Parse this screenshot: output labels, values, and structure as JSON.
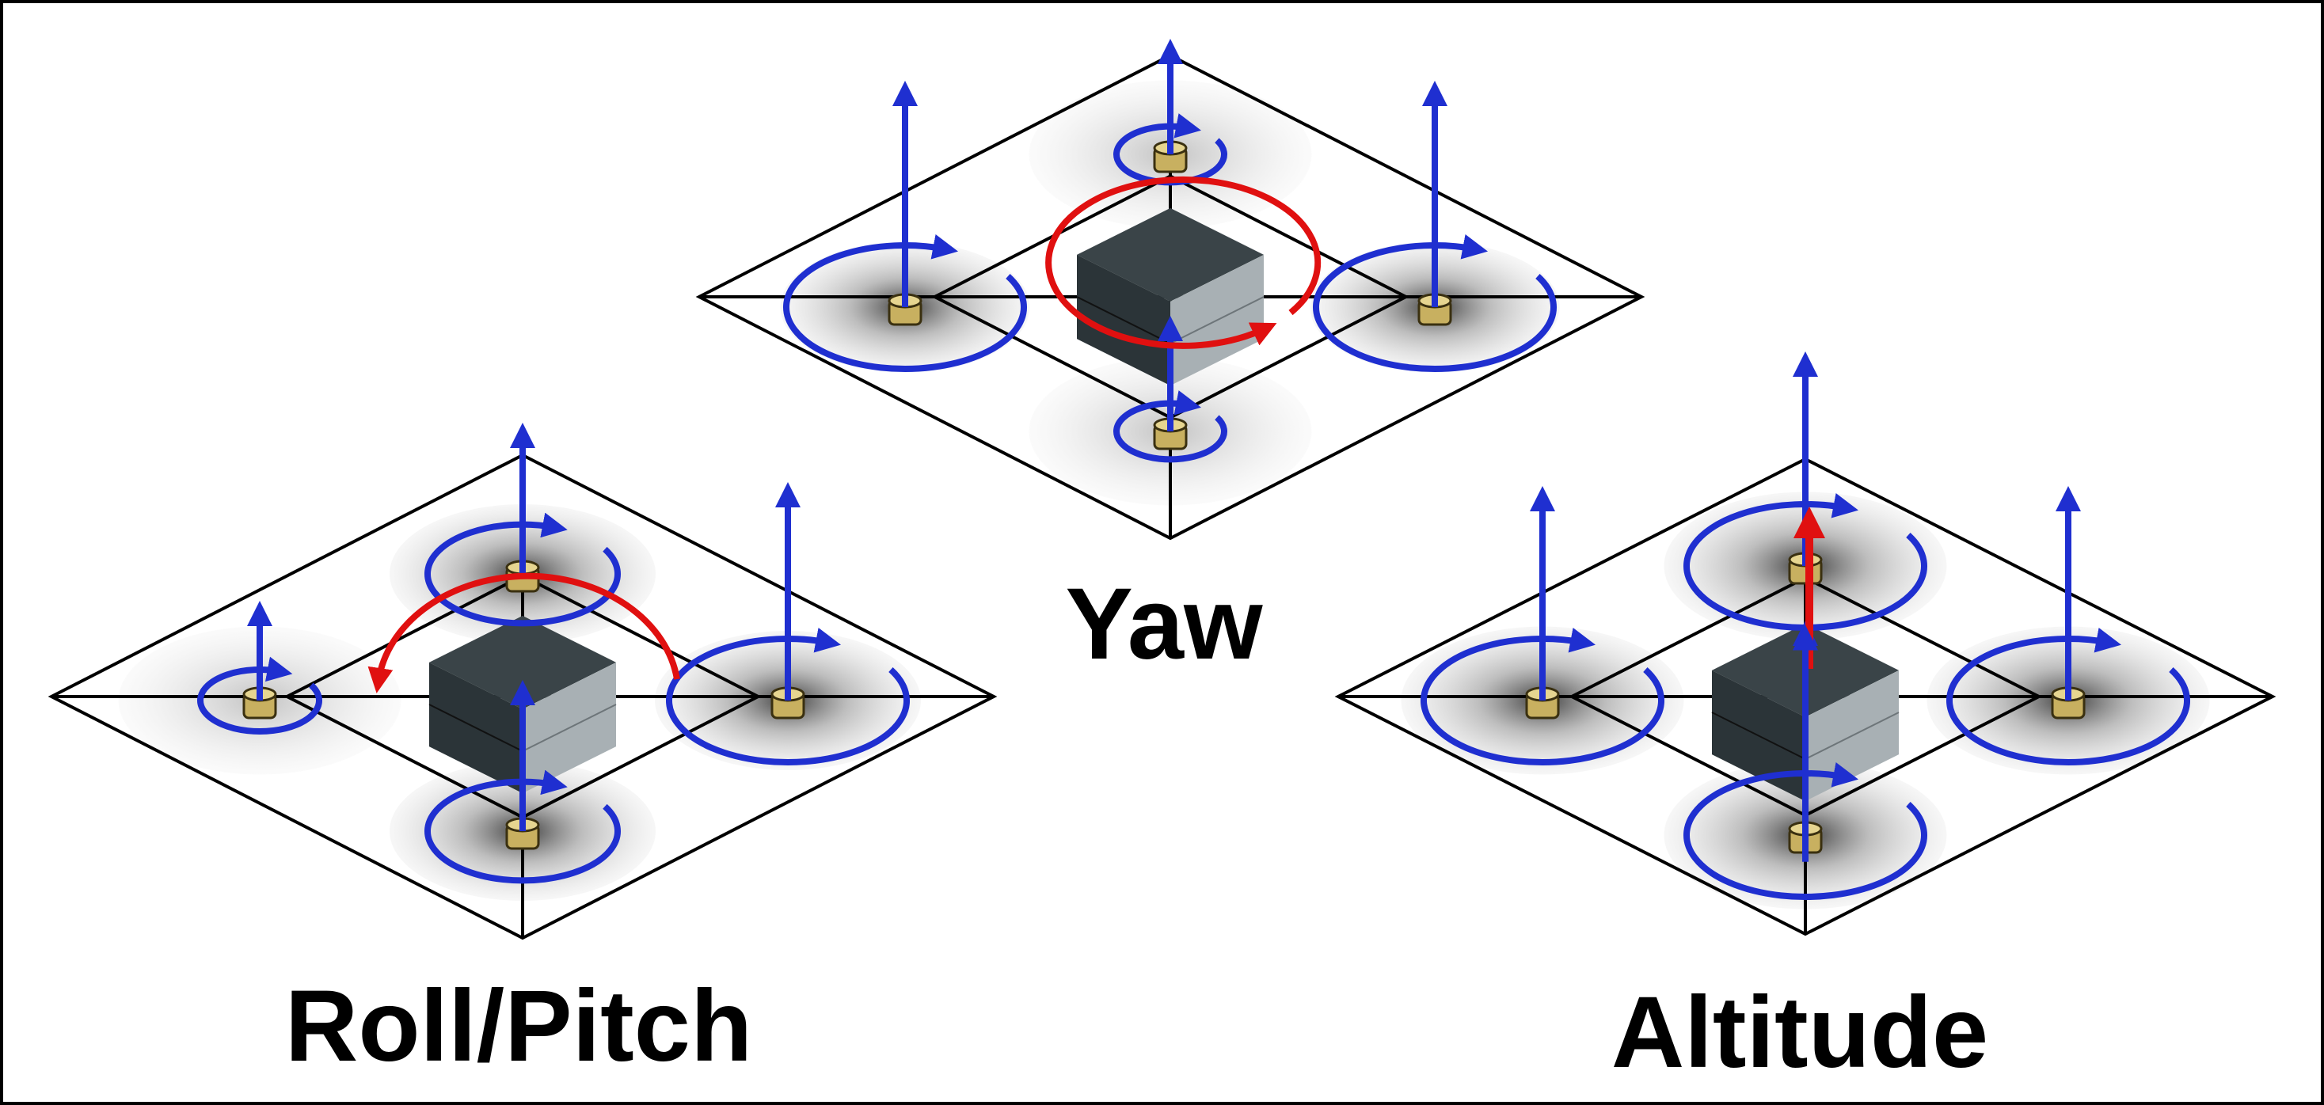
{
  "labels": {
    "yaw": "Yaw",
    "roll_pitch": "Roll/Pitch",
    "altitude": "Altitude"
  },
  "colors": {
    "thrust_arrow": "#1f2fd0",
    "rotation_arrow": "#1f2fd0",
    "body_rotation": "#e01010",
    "frame_line": "#000000",
    "body_dark": "#2b3438",
    "body_light": "#a8b0b4",
    "motor": "#c8b060"
  },
  "icons": {
    "thrust": "up-arrow-icon",
    "rotor_spin": "circular-arrow-icon",
    "body_rotation": "curved-arrow-icon",
    "motor": "motor-cylinder-icon",
    "body": "cube-icon"
  }
}
